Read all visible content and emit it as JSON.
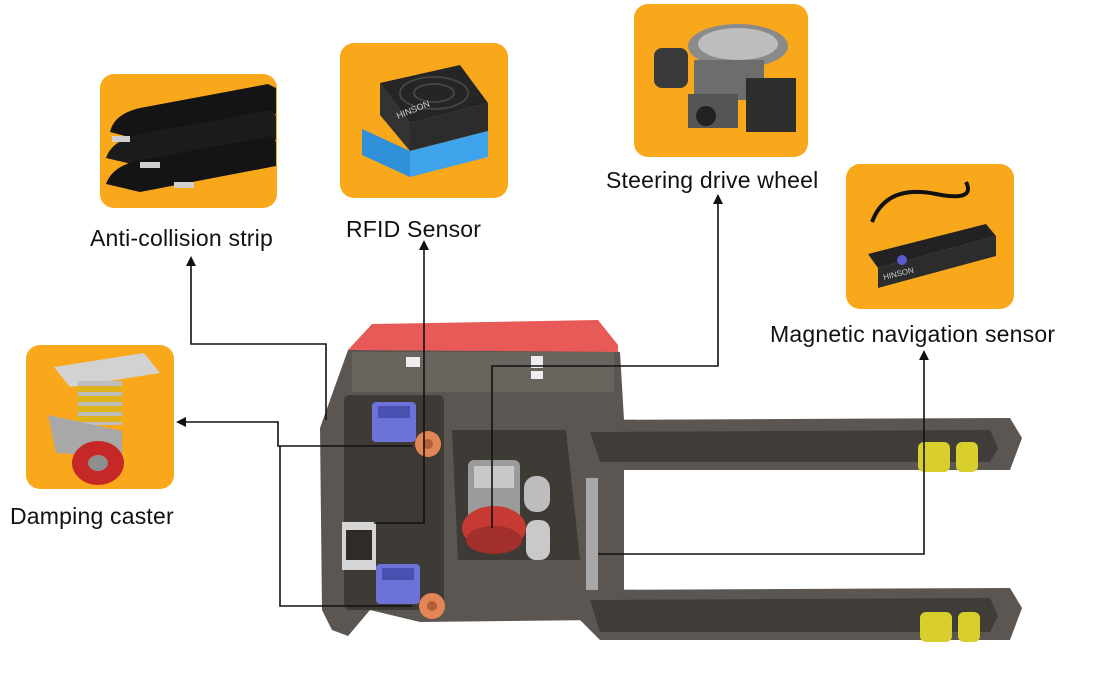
{
  "components": [
    {
      "id": "anti-collision-strip",
      "label": "Anti-collision strip",
      "icon": "anti-collision-strip-photo"
    },
    {
      "id": "rfid-sensor",
      "label": "RFID Sensor",
      "icon": "rfid-sensor-photo",
      "brand_text": "HINSON"
    },
    {
      "id": "steering-drive-wheel",
      "label": "Steering drive wheel",
      "icon": "steering-drive-wheel-photo"
    },
    {
      "id": "magnetic-navigation-sensor",
      "label": "Magnetic navigation sensor",
      "icon": "magnetic-navigation-sensor-photo",
      "brand_text": "HINSON"
    },
    {
      "id": "damping-caster",
      "label": "Damping caster",
      "icon": "damping-caster-photo"
    }
  ],
  "colors": {
    "tile": "#F9A81B",
    "chassis": "#5B5651",
    "chassis_dark": "#3E3A36",
    "red_cover": "#E85A57",
    "lines": "#111111"
  }
}
